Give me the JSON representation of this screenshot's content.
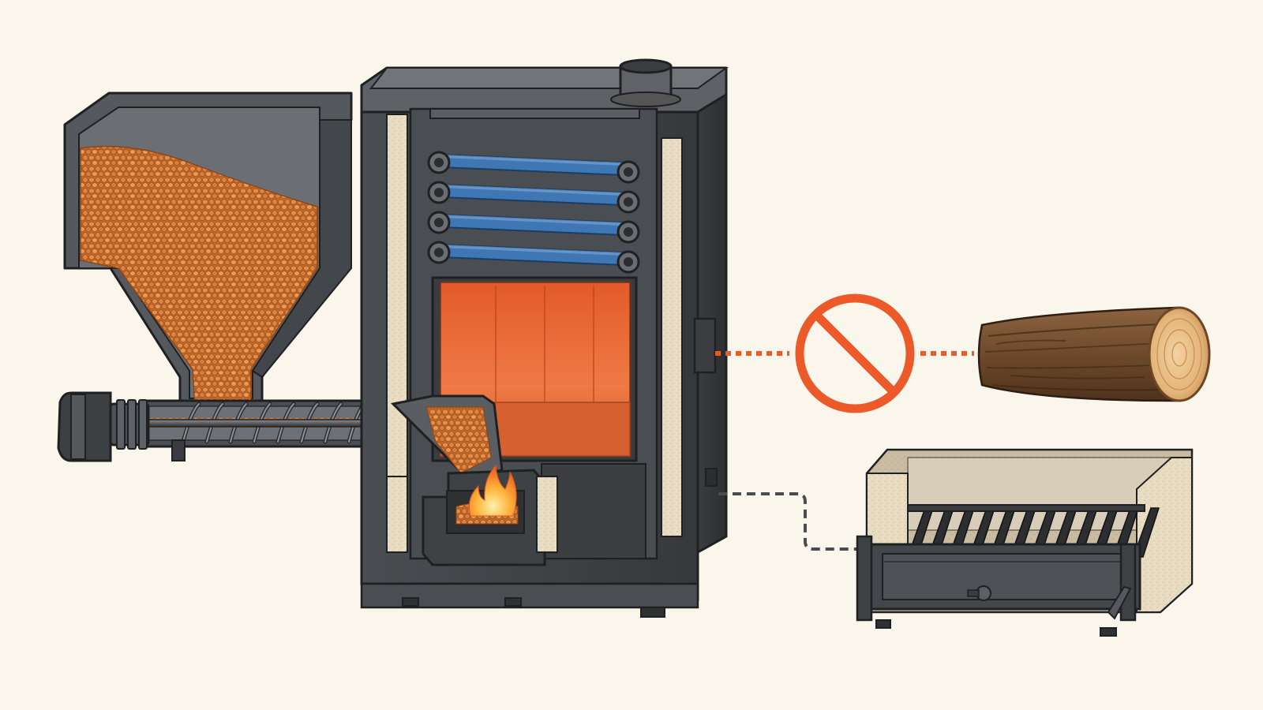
{
  "colors": {
    "background": "#fbf6ec",
    "steel_dark": "#3f4144",
    "steel_mid": "#5d6064",
    "steel_light": "#7d8185",
    "outline": "#1f2022",
    "insulation": "#e6d9bf",
    "pellet": "#d9863f",
    "pellet_dark": "#a9561f",
    "firebox": "#e8612e",
    "firebox_light": "#f3875a",
    "water_channel": "#3f77b4",
    "prohibition": "#ec5a2a",
    "connector_grey": "#4a4c50",
    "wood_bark": "#7a5433",
    "wood_end": "#e8c08a",
    "grate_lining": "#c7bba4"
  },
  "icons": {
    "hopper": "pellet-hopper-icon",
    "auger": "auger-screw-icon",
    "motor": "auger-motor-icon",
    "boiler": "boiler-cutaway-icon",
    "flue": "flue-pipe-icon",
    "flame": "flame-icon",
    "prohibited": "prohibition-sign-icon",
    "log": "wood-log-icon",
    "grate": "log-grate-insert-icon"
  },
  "relations": [
    {
      "from": "boiler-upper-port",
      "to": "wood-log",
      "via": "prohibition-sign",
      "style": "dotted",
      "meaning": "prohibited"
    },
    {
      "from": "boiler-lower-port",
      "to": "grate-insert",
      "style": "dashed",
      "meaning": "optional-insert"
    }
  ]
}
